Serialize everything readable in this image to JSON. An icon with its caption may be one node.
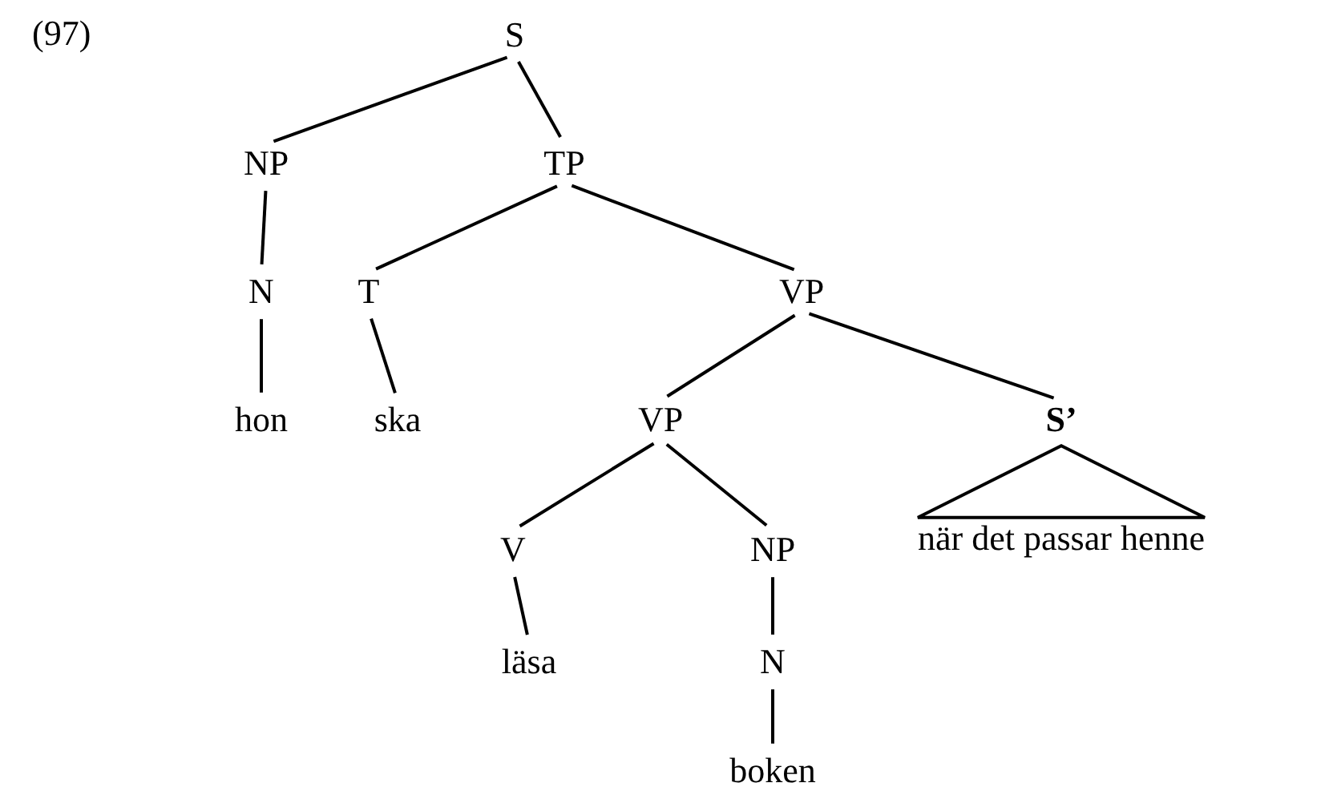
{
  "diagram": {
    "nodes": [
      {
        "text": [
          "S"
        ]
      },
      {
        "text": [
          "NP"
        ]
      },
      {
        "text": [
          "TP"
        ]
      },
      {
        "text": [
          "N"
        ]
      },
      {
        "text": [
          "T"
        ]
      },
      {
        "text": [
          "VP"
        ]
      },
      {
        "text": [
          "hon"
        ]
      },
      {
        "text": [
          "ska"
        ]
      },
      {
        "text": [
          "VP"
        ]
      },
      {
        "text": [
          "S’"
        ]
      },
      {
        "text": [
          "V"
        ]
      },
      {
        "text": [
          "NP"
        ]
      },
      {
        "text": [
          "läsa"
        ]
      },
      {
        "text": [
          "N"
        ]
      },
      {
        "text": [
          "boken"
        ]
      },
      {
        "text": [
          "när det passar henne"
        ]
      }
    ],
    "edges": [
      {
        "from": 0,
        "to": 1,
        "arrow": "none"
      },
      {
        "from": 0,
        "to": 2,
        "arrow": "none"
      },
      {
        "from": 1,
        "to": 3,
        "arrow": "none"
      },
      {
        "from": 2,
        "to": 4,
        "arrow": "none"
      },
      {
        "from": 2,
        "to": 5,
        "arrow": "none"
      },
      {
        "from": 3,
        "to": 6,
        "arrow": "none"
      },
      {
        "from": 4,
        "to": 7,
        "arrow": "none"
      },
      {
        "from": 5,
        "to": 8,
        "arrow": "none"
      },
      {
        "from": 5,
        "to": 9,
        "arrow": "none"
      },
      {
        "from": 8,
        "to": 10,
        "arrow": "none"
      },
      {
        "from": 8,
        "to": 11,
        "arrow": "none"
      },
      {
        "from": 9,
        "to": 15,
        "arrow": "none"
      },
      {
        "from": 10,
        "to": 12,
        "arrow": "none"
      },
      {
        "from": 11,
        "to": 13,
        "arrow": "none"
      },
      {
        "from": 13,
        "to": 14,
        "arrow": "none"
      }
    ],
    "labels": [
      "(97)"
    ]
  }
}
